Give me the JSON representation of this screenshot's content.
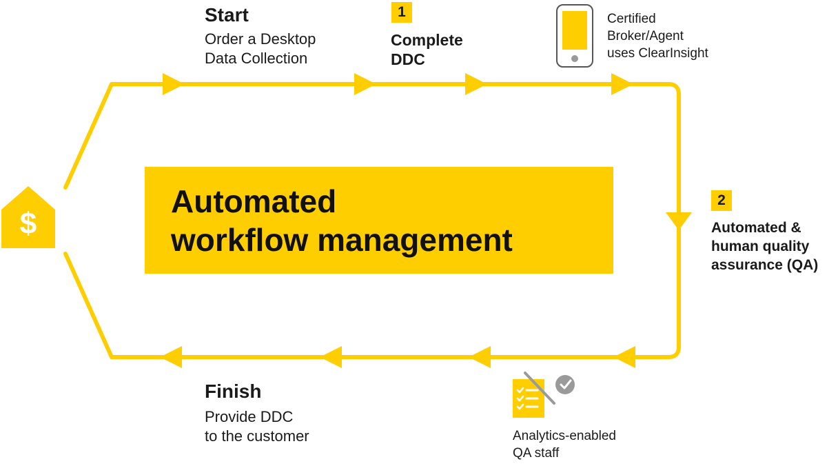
{
  "start": {
    "title": "Start",
    "line1": "Order a Desktop",
    "line2": "Data Collection"
  },
  "step1": {
    "number": "1",
    "line1": "Complete",
    "line2": "DDC"
  },
  "broker": {
    "line1": "Certified",
    "line2": "Broker/Agent",
    "line3": "uses ClearInsight",
    "icon": "smartphone-icon"
  },
  "center": {
    "line1": "Automated",
    "line2": "workflow management"
  },
  "step2": {
    "number": "2",
    "line1": "Automated &",
    "line2": "human quality",
    "line3": "assurance (QA)"
  },
  "qa": {
    "line1": "Analytics-enabled",
    "line2": "QA staff",
    "icon": "checklist-icon"
  },
  "finish": {
    "title": "Finish",
    "line1": "Provide DDC",
    "line2": "to the customer"
  },
  "home": {
    "symbol": "$",
    "icon": "house-dollar-icon"
  },
  "colors": {
    "accent": "#FFCE00",
    "text": "#1a1a1a",
    "icon_gray": "#9a9a9a"
  }
}
